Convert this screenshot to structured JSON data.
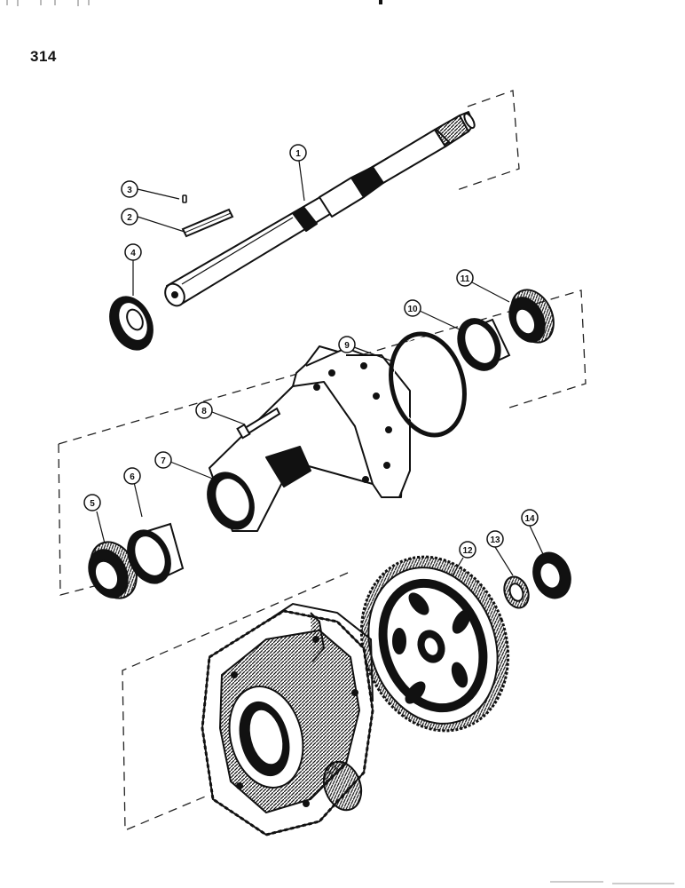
{
  "page": {
    "number": "314"
  },
  "callouts": {
    "c1": "1",
    "c2": "2",
    "c3": "3",
    "c4": "4",
    "c5": "5",
    "c6": "6",
    "c7": "7",
    "c8": "8",
    "c9": "9",
    "c10": "10",
    "c11": "11",
    "c12": "12",
    "c13": "13",
    "c14": "14"
  }
}
